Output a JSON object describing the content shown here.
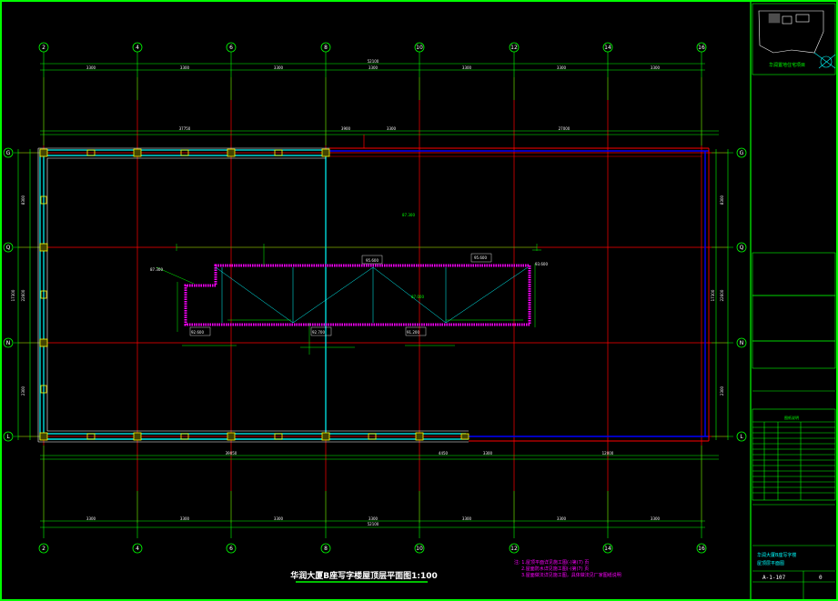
{
  "drawing": {
    "title": "华润大厦B座写字楼屋顶层平面图1:100",
    "notes": [
      "注: 1.屋顶平面详见施工图(-)第(7) 页",
      "2.屋面防水详见施工图(-)第(7) 页",
      "3.屋面做法详见施工图，具体做法见厂家图纸说明"
    ],
    "top_axes": [
      "2",
      "4",
      "6",
      "8",
      "10",
      "12",
      "14",
      "16"
    ],
    "bottom_axes": [
      "2",
      "4",
      "6",
      "8",
      "10",
      "12",
      "14",
      "16"
    ],
    "side_axes": [
      "G",
      "Q",
      "N",
      "L"
    ],
    "annotations": {
      "elevation_top": "87.300",
      "elevation_mid": "95.600",
      "elevation_slope": "87.000",
      "elevation_right": "95.600",
      "elevation_roof": "87.300",
      "elevation_bottom_left": "92.600",
      "elevation_bottom_mid": "91.200",
      "elevation_bottom_right": "92.700",
      "elevation_box_right": "93.600"
    },
    "dims_top_row1": [
      "3300",
      "3300",
      "3300",
      "3300",
      "3300",
      "3300",
      "3300"
    ],
    "dims_top_total": "52100",
    "dims_top_row3": [
      "37750",
      "3900",
      "3300",
      "27000"
    ],
    "dims_bottom_row1": [
      "39050",
      "4450",
      "3300",
      "12000"
    ],
    "dims_bottom_total": "52100",
    "dims_side_left": [
      "8300",
      "17300",
      "22600",
      "2300"
    ],
    "dims_side_right": [
      "8300",
      "17300",
      "22600",
      "2300"
    ]
  },
  "title_block": {
    "project_label": "华润置地住宅项目",
    "project_name": "华润大厦B座写字楼",
    "drawing_name": "屋顶层平面图",
    "drawing_number": "A-1-107",
    "revision": "0",
    "table_header": "图纸说明"
  },
  "colors": {
    "border": "#00ff00",
    "axis_grid": "#ff0000",
    "column": "#ffff00",
    "wall_cyan": "#00ffff",
    "stair_outline": "#ff00ff",
    "blue_line": "#0000ff",
    "text": "#ffffff"
  }
}
